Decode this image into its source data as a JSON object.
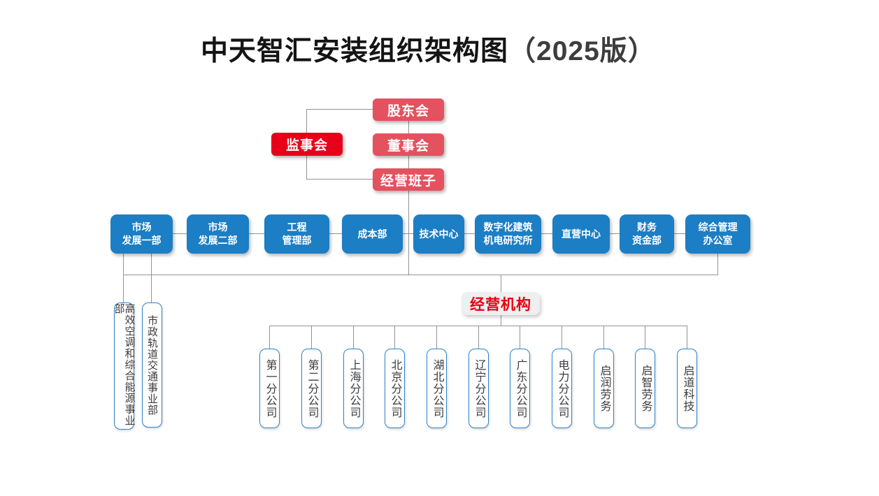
{
  "title": {
    "main": "中天智汇安装组织架构图",
    "version": "（2025版）"
  },
  "colors": {
    "red_soft": "#E4515F",
    "red_bright": "#E8001A",
    "blue": "#1C7EC4",
    "line_gray": "#939393",
    "label_bg": "#EFEFEF",
    "label_red": "#E60012",
    "division_border": "#2E83C9"
  },
  "governance": {
    "shareholders": "股东会",
    "supervisory": "监事会",
    "board": "董事会",
    "management_team": "经营班子"
  },
  "departments": [
    {
      "label": "市场\n发展一部"
    },
    {
      "label": "市场\n发展二部"
    },
    {
      "label": "工程\n管理部"
    },
    {
      "label": "成本部"
    },
    {
      "label": "技术中心"
    },
    {
      "label": "数字化建筑\n机电研究所"
    },
    {
      "label": "直营中心"
    },
    {
      "label": "财务\n资金部"
    },
    {
      "label": "综合管理\n办公室"
    }
  ],
  "divisions": [
    "高效空调和综合能源事业部",
    "市政轨道交通事业部"
  ],
  "business_units": {
    "label": "经营机构",
    "branches": [
      "第一分公司",
      "第二分公司",
      "上海分公司",
      "北京分公司",
      "湖北分公司",
      "辽宁分公司",
      "广东分公司",
      "电力分公司",
      "启润劳务",
      "启智劳务",
      "启道科技"
    ]
  }
}
